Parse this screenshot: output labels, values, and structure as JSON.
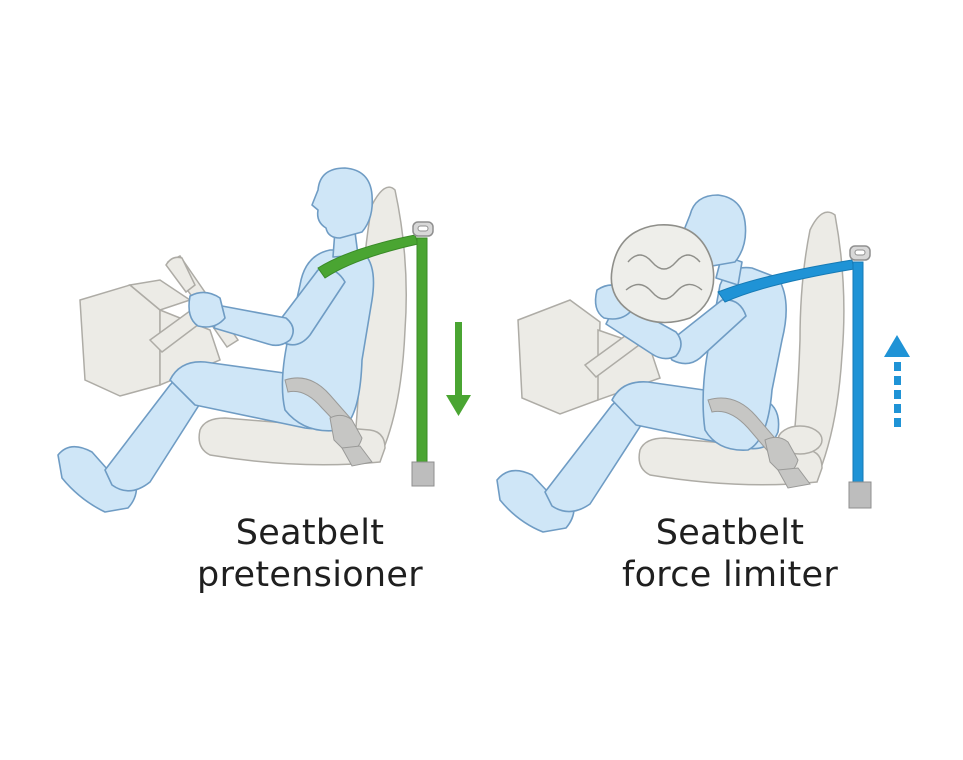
{
  "panels": [
    {
      "id": "pretensioner",
      "caption_line1": "Seatbelt",
      "caption_line2": "pretensioner",
      "belt_color": "#4aa532",
      "arrow": "down-solid",
      "airbag": false
    },
    {
      "id": "force-limiter",
      "caption_line1": "Seatbelt",
      "caption_line2": "force limiter",
      "belt_color": "#1f93d6",
      "arrow": "up-dashed",
      "airbag": true
    }
  ],
  "colors": {
    "body_fill": "#cfe6f7",
    "body_stroke": "#6f9cc4",
    "seat_fill": "#ecebe6",
    "seat_stroke": "#aeaca6",
    "buckle": "#b3b3b3"
  }
}
